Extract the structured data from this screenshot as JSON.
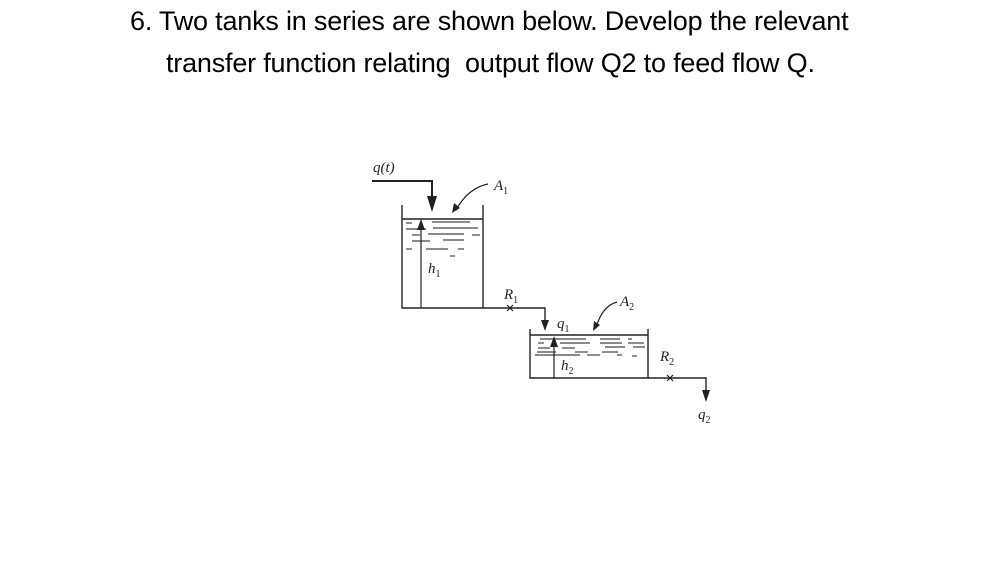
{
  "question": {
    "number": "6.",
    "line1": "6. Two tanks in series are shown below. Develop the relevant",
    "line2": "transfer function relating  output flow Q2 to feed flow Q."
  },
  "diagram": {
    "inflow_label": "q(t)",
    "tank1": {
      "area_label": "A",
      "area_sub": "1",
      "level_label": "h",
      "level_sub": "1"
    },
    "valve1": {
      "label": "R",
      "sub": "1"
    },
    "flow1": {
      "label": "q",
      "sub": "1"
    },
    "tank2": {
      "area_label": "A",
      "area_sub": "2",
      "level_label": "h",
      "level_sub": "2"
    },
    "valve2": {
      "label": "R",
      "sub": "2"
    },
    "outflow": {
      "label": "q",
      "sub": "2"
    },
    "line_color": "#222222"
  }
}
